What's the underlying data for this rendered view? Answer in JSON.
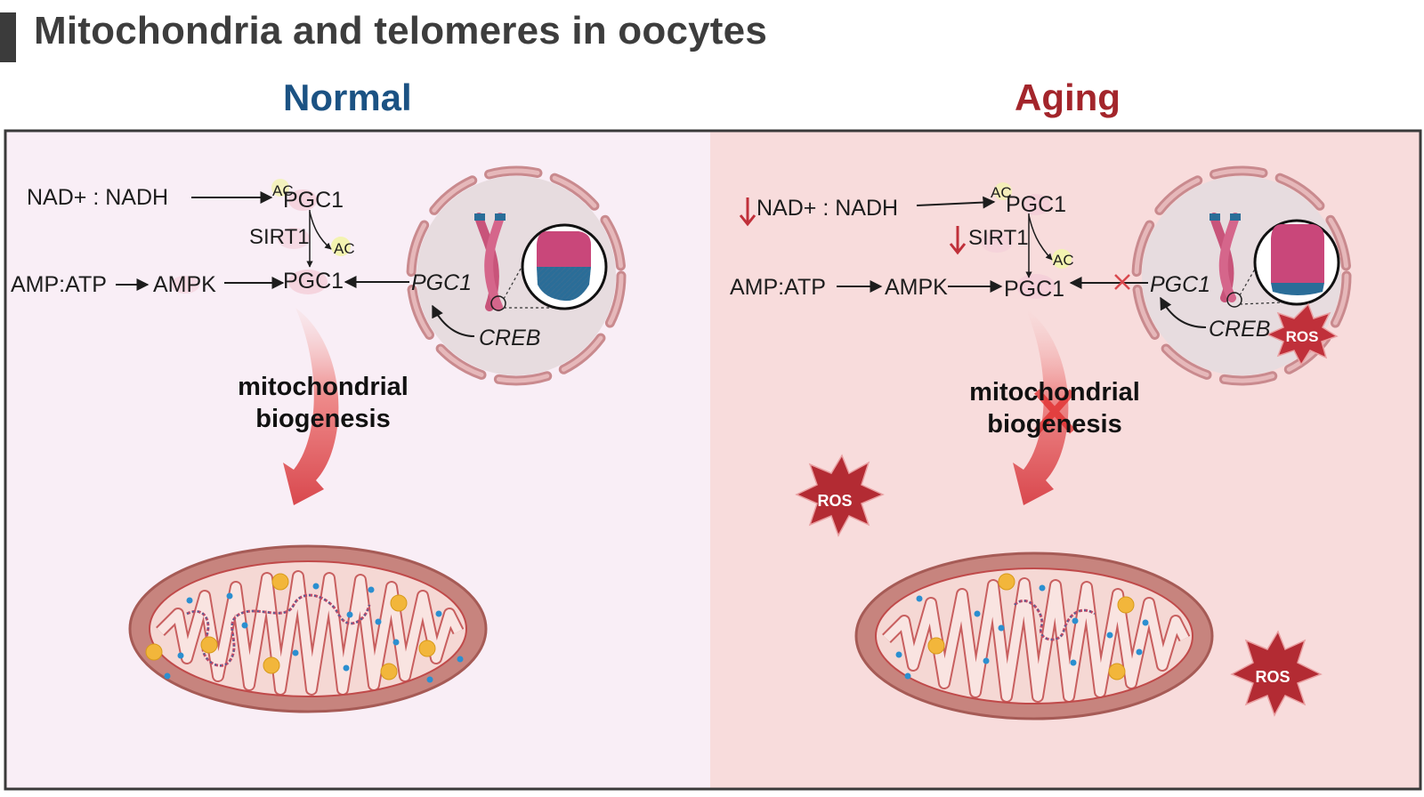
{
  "title": "Mitochondria and telomeres in oocytes",
  "panels": {
    "normal": {
      "heading": "Normal",
      "nad": "NAD+ :  NADH",
      "ac_top": "AC",
      "pgc1_top": "PGC1",
      "sirt1": "SIRT1",
      "ac_side": "AC",
      "amp_atp": "AMP:ATP",
      "ampk": "AMPK",
      "pgc1_mid": "PGC1",
      "pgc1_gene": "PGC1",
      "creb": "CREB",
      "mito_label_1": "mitochondrial",
      "mito_label_2": "biogenesis"
    },
    "aging": {
      "heading": "Aging",
      "nad": "NAD+ :  NADH",
      "ac_top": "AC",
      "pgc1_top": "PGC1",
      "sirt1": "SIRT1",
      "ac_side": "AC",
      "amp_atp": "AMP:ATP",
      "ampk": "AMPK",
      "pgc1_mid": "PGC1",
      "pgc1_gene": "PGC1",
      "creb": "CREB",
      "mito_label_1": "mitochondrial",
      "mito_label_2": "biogenesis",
      "ros_nucleus": "ROS",
      "ros_cyto": "ROS",
      "ros_mito": "ROS"
    }
  },
  "colors": {
    "normal_heading": "#1b5283",
    "aging_heading": "#a3252b",
    "normal_bg": "#f9eef6",
    "aging_bg": "#f8dcdc",
    "ros_star": "#c0303a",
    "down_arrow": "#c0303a"
  }
}
